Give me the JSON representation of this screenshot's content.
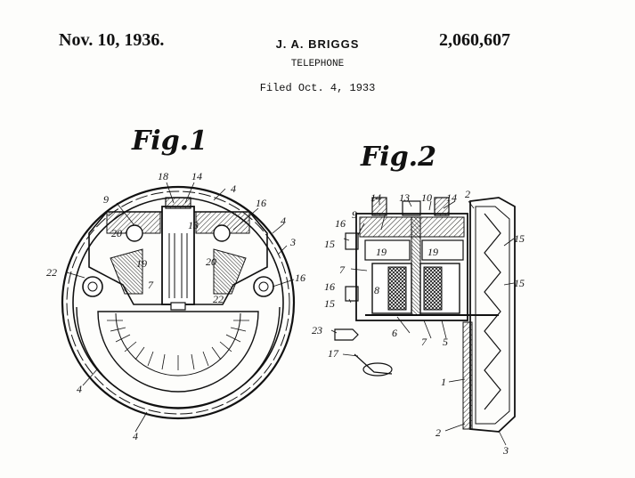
{
  "header": {
    "date": "Nov. 10, 1936.",
    "inventor": "J. A. BRIGGS",
    "title": "TELEPHONE",
    "filed": "Filed Oct. 4, 1933",
    "patent_number": "2,060,607"
  },
  "figures": {
    "fig1": {
      "label": "Fig.1",
      "refs": {
        "r18": "18",
        "r14": "14",
        "r4a": "4",
        "r9": "9",
        "r16a": "16",
        "r4b": "4",
        "r20a": "20",
        "r13": "13",
        "r20b": "20",
        "r3": "3",
        "r19": "19",
        "r22a": "22",
        "r7": "7",
        "r22b": "22",
        "r16b": "16",
        "r4c": "4",
        "r4d": "4"
      }
    },
    "fig2": {
      "label": "Fig.2",
      "refs": {
        "r14a": "14",
        "r13": "13",
        "r10": "10",
        "r14b": "14",
        "r2a": "2",
        "r16a": "16",
        "r9": "9",
        "r19a": "19",
        "r19b": "19",
        "r15a": "15",
        "r15b": "15",
        "r7a": "7",
        "r8": "8",
        "r15c": "15",
        "r16b": "16",
        "r15d": "15",
        "r23": "23",
        "r6": "6",
        "r7b": "7",
        "r5": "5",
        "r17": "17",
        "r1": "1",
        "r2b": "2",
        "r3": "3"
      }
    }
  }
}
